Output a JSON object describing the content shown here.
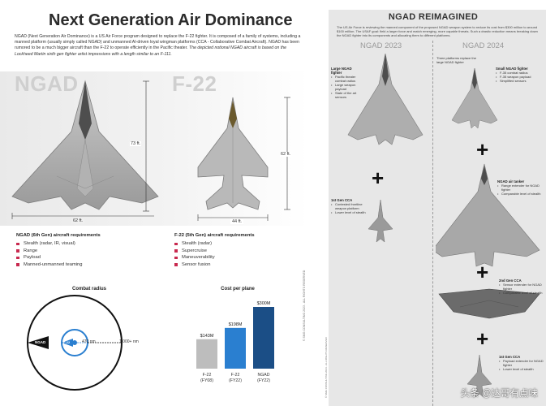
{
  "left": {
    "title": "Next Generation Air Dominance",
    "intro_part1": "NGAD (Next Generation Air Dominance) is a US Air Force program designed to replace the F-22 fighter. It is composed of a family of systems, including a manned platform (usually simply called NGAD) and unmanned AI-driven loyal wingman platforms (CCA - Collaborative Combat Aircraft). NGAD has been rumored to be a much bigger aircraft than the F-22 to operate efficiently in the Pacific theater. ",
    "intro_part2": "The depicted notional NGAD aircraft is based on the Lockheed Martin sixth gen fighter artist impressions with a length similar to an F-111.",
    "ngad": {
      "label": "NGAD",
      "length": "73 ft.",
      "span": "62 ft.",
      "req_title": "NGAD (6th Gen) aircraft requirements",
      "requirements": [
        "Stealth (radar, IR, visual)",
        "Range",
        "Payload",
        "Manned-unmanned teaming"
      ]
    },
    "f22": {
      "label": "F-22",
      "length": "62 ft.",
      "span": "44 ft.",
      "req_title": "F-22 (5th Gen) aircraft requirements",
      "requirements": [
        "Stealth (radar)",
        "Supercruise",
        "Maneuverability",
        "Sensor fusion"
      ]
    },
    "combat_radius": {
      "title": "Combat radius",
      "ngad_tag": "NGAD",
      "f22_tag": "F-22",
      "f22_radius": "470 nm",
      "ngad_radius": "1,000+ nm"
    },
    "copyright": "© SMG CONSULTING 2023 - ALL RIGHTS RESERVED"
  },
  "chart_data": {
    "type": "bar",
    "title": "Cost per plane",
    "categories": [
      "F-22 (FY08)",
      "F-22 (FY22)",
      "NGAD (FY22)"
    ],
    "category_lines": [
      [
        "F-22",
        "(FY08)"
      ],
      [
        "F-22",
        "(FY22)"
      ],
      [
        "NGAD",
        "(FY22)"
      ]
    ],
    "values": [
      143,
      198,
      300
    ],
    "labels": [
      "$143M",
      "$198M",
      "$300M"
    ],
    "colors": [
      "#bdbdbd",
      "#2a7fd0",
      "#1b4e86"
    ],
    "ylim": [
      0,
      300
    ]
  },
  "right": {
    "title": "NGAD REIMAGINED",
    "intro": "The US Air Force is reviewing the manned component of the proposed NGAD weapon system to reduce its cost from $300 million to around $100 million. The USAF goal: field a larger force and match emerging, more capable threats. Such a drastic reduction means breaking down the NGAD fighter into its components and allocating them to different platforms.",
    "col_2023": "NGAD 2023",
    "col_2024": "NGAD 2024",
    "large_fighter": {
      "title": "Large NGAD fighter",
      "items": [
        "Pacific theater combat radius",
        "Large weapon payload",
        "State of the art sensors"
      ]
    },
    "first_cca_2023": {
      "title": "1st Gen CCA",
      "items": [
        "Contested frontline weapon platform",
        "Lower level of stealth"
      ]
    },
    "three_platforms": "Three platforms replace the large NGAD fighter",
    "small_fighter": {
      "title": "Small NGAD fighter",
      "items": [
        "F-35 combat radius",
        "F-35 weapon payload",
        "Simplified sensors"
      ]
    },
    "air_tanker": {
      "title": "NGAD air tanker",
      "items": [
        "Range extender for NGAD fighter",
        "Comparable level of stealth"
      ]
    },
    "second_cca": {
      "title": "2nd Gen CCA",
      "items": [
        "Sensor extender for NGAD fighter",
        "Comparable level of stealth"
      ]
    },
    "first_cca_2024": {
      "title": "1st Gen CCA",
      "items": [
        "Payload extender for NGAD fighter",
        "Lower level of stealth"
      ]
    },
    "copyright": "© SMG CONSULTING 2024 - ALL RIGHTS RESERVED"
  },
  "watermark": "头条 @达哥有点味"
}
